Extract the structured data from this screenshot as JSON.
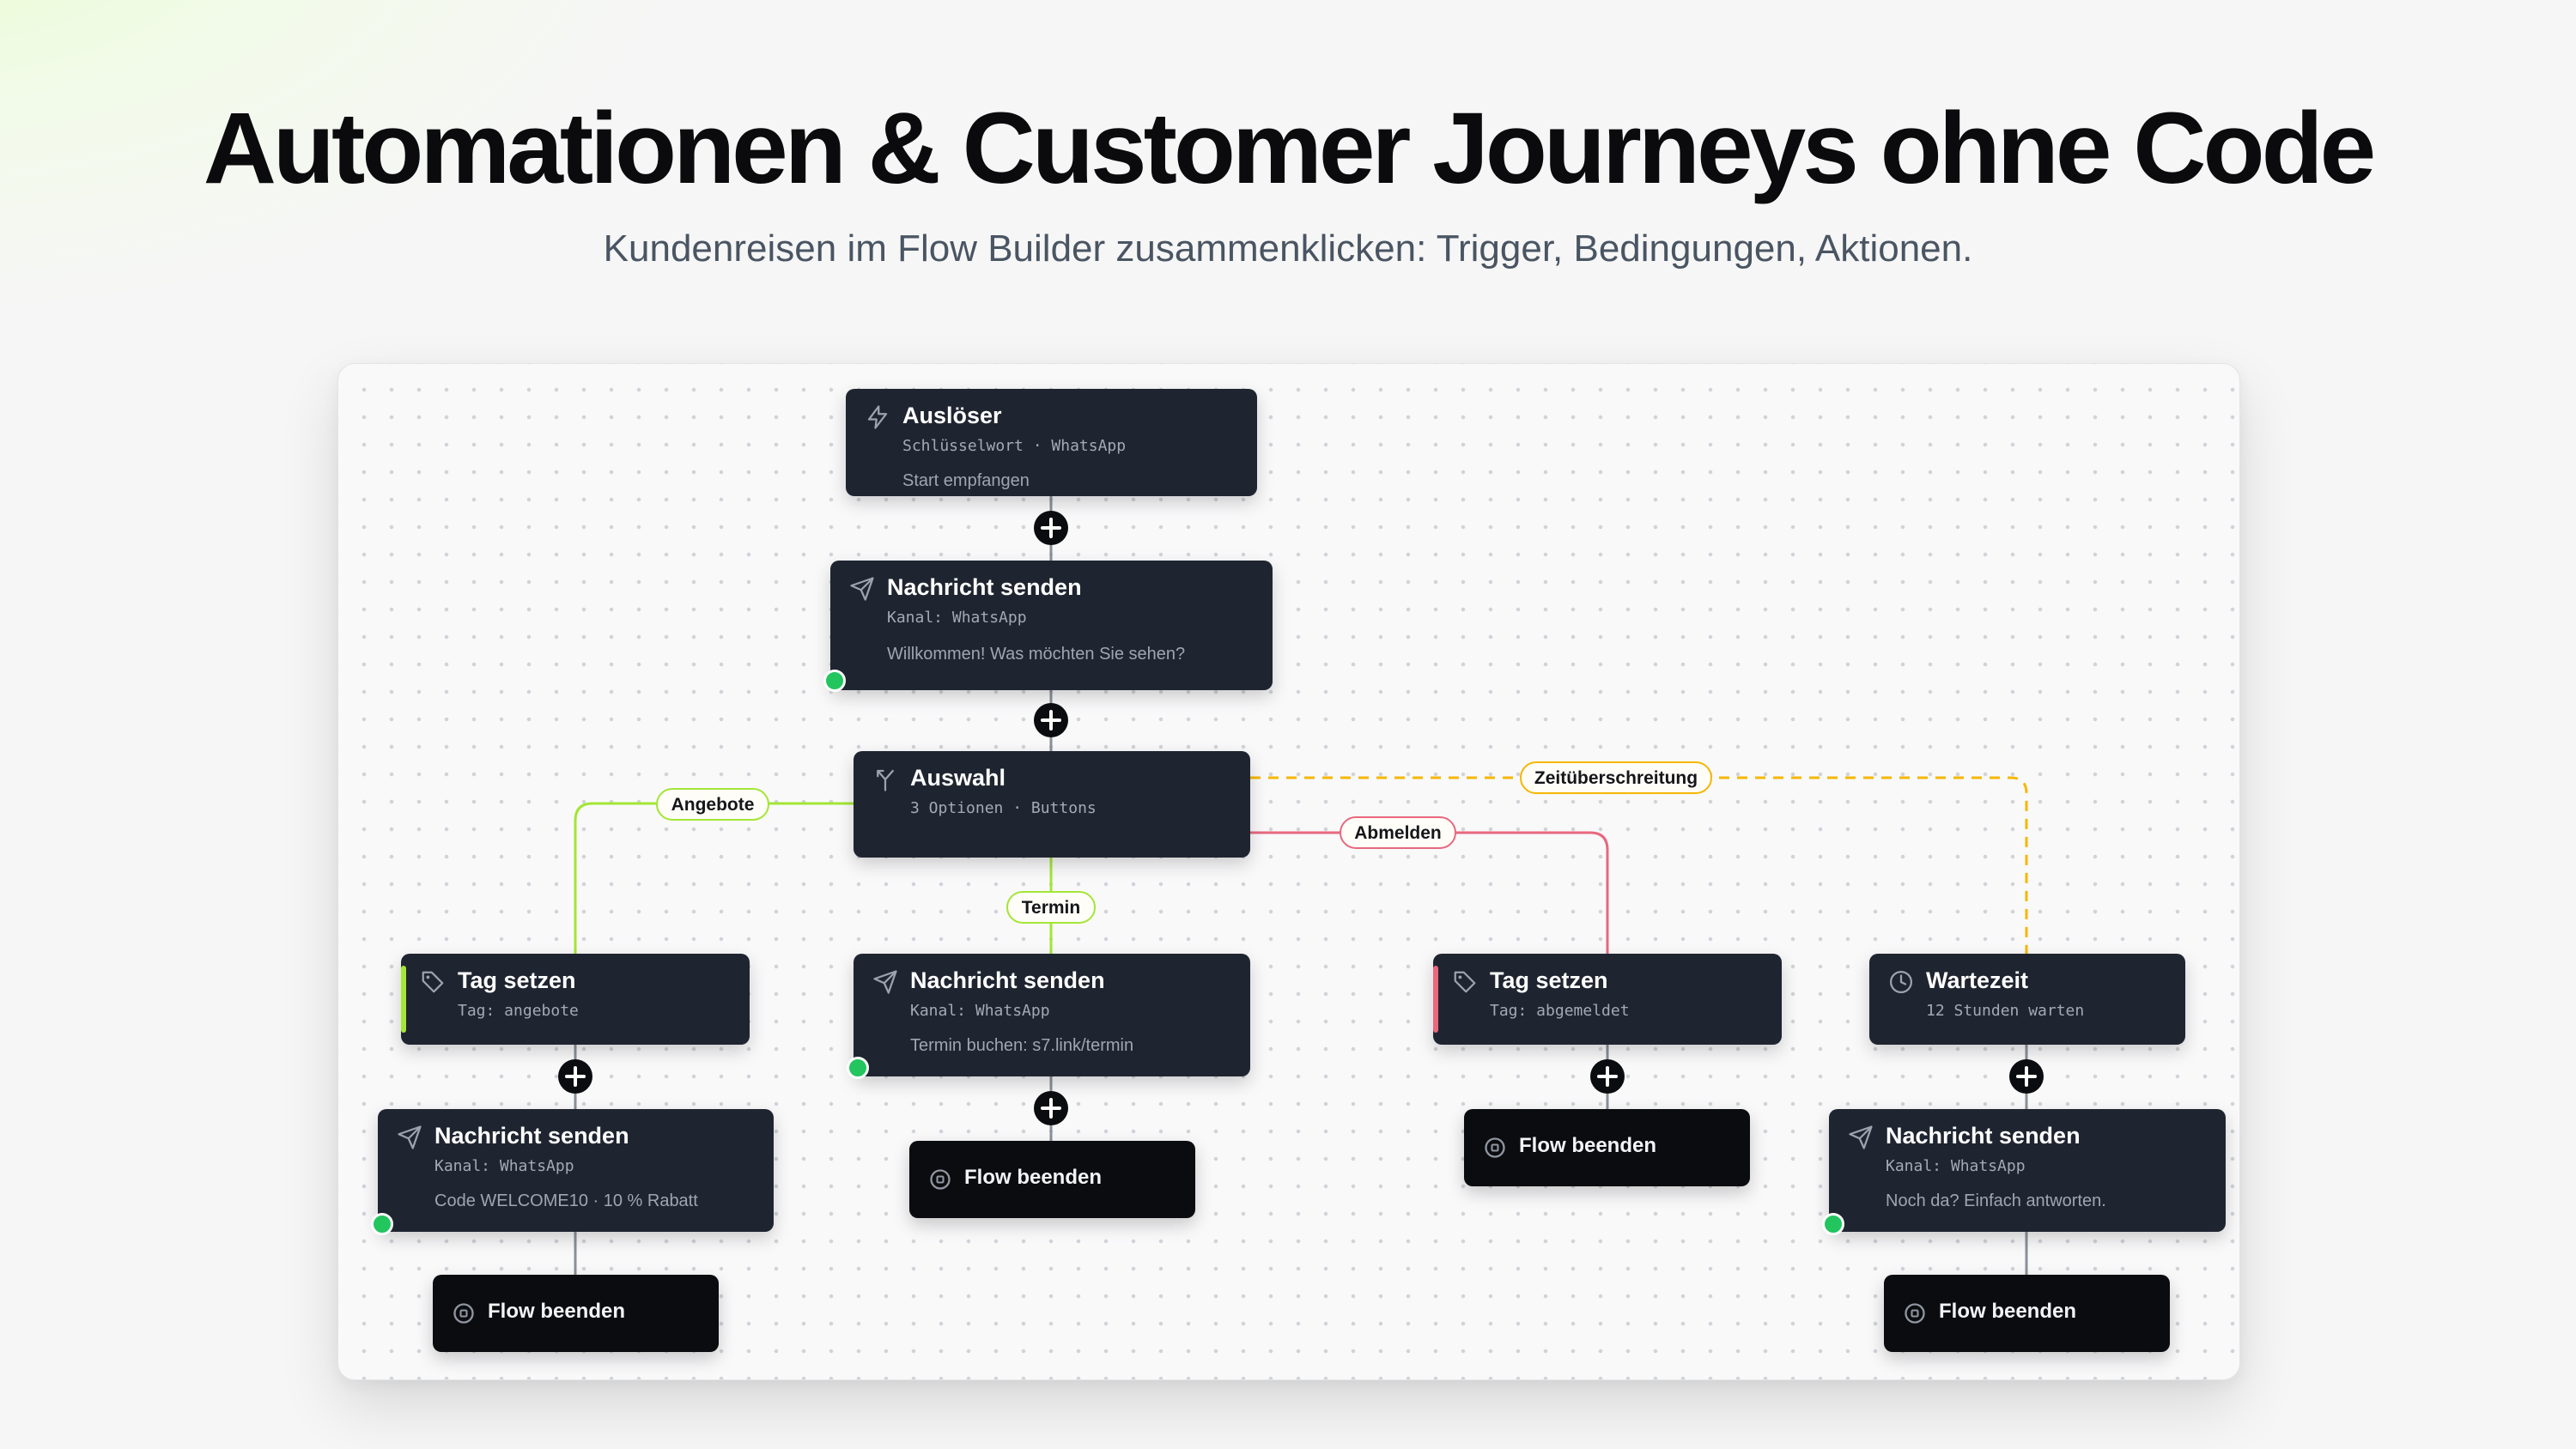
{
  "header": {
    "headline": "Automationen & Customer Journeys ohne Code",
    "subline": "Kundenreisen im Flow Builder zusammenklicken: Trigger, Bedingungen, Aktionen."
  },
  "colors": {
    "node_bg": "#1f2530",
    "end_bg": "#0b0c0f",
    "status_green": "#22c55e",
    "branch_offers": "#a3e635",
    "branch_unsubscribe": "#e11d48",
    "branch_timeout": "#f5b700",
    "accent_offers": "#a3e635",
    "accent_unsubscribed": "#e11d48"
  },
  "nodes": {
    "trigger": {
      "icon": "bolt-icon",
      "title": "Auslöser",
      "meta": "Schlüsselwort · WhatsApp",
      "body": "Start empfangen"
    },
    "welcome": {
      "icon": "send-icon",
      "title": "Nachricht senden",
      "meta": "Kanal: WhatsApp",
      "body": "Willkommen! Was möchten Sie sehen?"
    },
    "choice": {
      "icon": "branch-icon",
      "title": "Auswahl",
      "meta": "3 Optionen · Buttons"
    },
    "tag_offers": {
      "icon": "tag-icon",
      "title": "Tag setzen",
      "meta": "Tag: angebote"
    },
    "msg_offers": {
      "icon": "send-icon",
      "title": "Nachricht senden",
      "meta": "Kanal: WhatsApp",
      "body": "Code WELCOME10 · 10 % Rabatt"
    },
    "msg_appointment": {
      "icon": "send-icon",
      "title": "Nachricht senden",
      "meta": "Kanal: WhatsApp",
      "body": "Termin buchen: s7.link/termin"
    },
    "tag_unsub": {
      "icon": "tag-icon",
      "title": "Tag setzen",
      "meta": "Tag: abgemeldet"
    },
    "wait": {
      "icon": "clock-icon",
      "title": "Wartezeit",
      "meta": "12 Stunden warten"
    },
    "msg_reminder": {
      "icon": "send-icon",
      "title": "Nachricht senden",
      "meta": "Kanal: WhatsApp",
      "body": "Noch da? Einfach antworten."
    }
  },
  "end_label": "Flow beenden",
  "branches": {
    "offers": "Angebote",
    "appointment": "Termin",
    "unsubscribe": "Abmelden",
    "timeout": "Zeitüberschreitung"
  }
}
